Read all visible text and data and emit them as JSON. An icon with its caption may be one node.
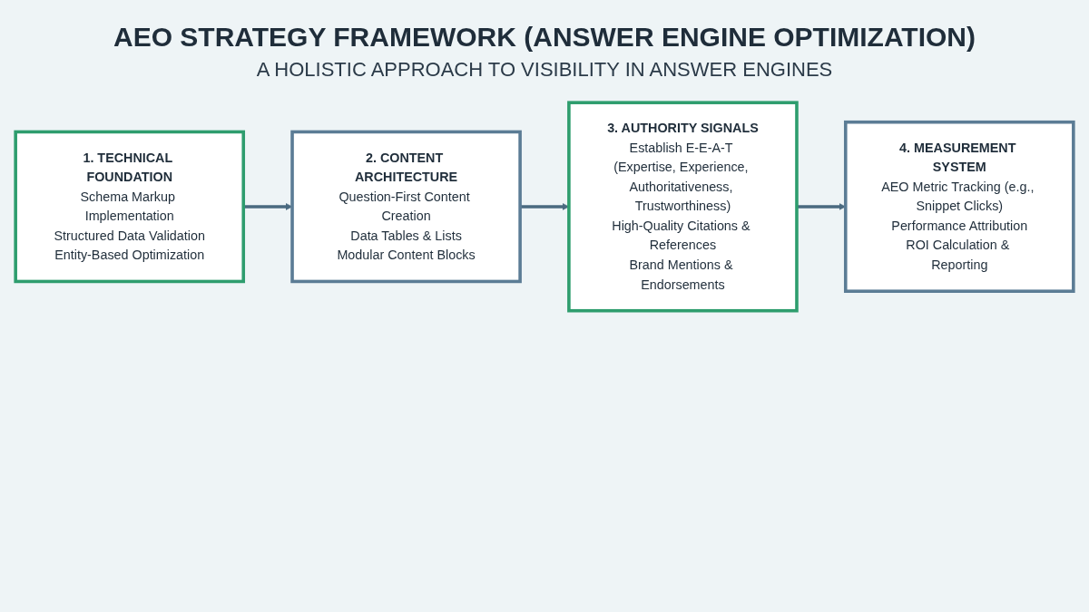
{
  "diagram": {
    "title": "AEO STRATEGY FRAMEWORK (ANSWER ENGINE OPTIMIZATION)",
    "nodes": [
      {
        "text": [
          "1. TECHNICAL FOUNDATION",
          "Schema Markup Implementation",
          "Structured Data Validation",
          "Entity-Based Optimization"
        ]
      },
      {
        "text": [
          "2. CONTENT ARCHITECTURE",
          "Question-First Content Creation",
          "Data Tables & Lists",
          "Modular Content Blocks"
        ]
      },
      {
        "text": [
          "3. AUTHORITY SIGNALS",
          "Establish E-E-A-T (Expertise, Experience, Authoritativeness, Trustworthiness)",
          "High-Quality Citations & References",
          "Brand Mentions & Endorsements"
        ]
      },
      {
        "text": [
          "4. MEASUREMENT SYSTEM",
          "AEO Metric Tracking (e.g., Snippet Clicks)",
          "Performance Attribution",
          "ROI Calculation & Reporting"
        ]
      }
    ],
    "edges": [
      {
        "from": 0,
        "to": 1,
        "arrow": "to"
      },
      {
        "from": 1,
        "to": 2,
        "arrow": "to"
      },
      {
        "from": 2,
        "to": 3,
        "arrow": "to"
      }
    ],
    "labels": [
      "A HOLISTIC APPROACH TO VISIBILITY IN ANSWER ENGINES"
    ]
  }
}
